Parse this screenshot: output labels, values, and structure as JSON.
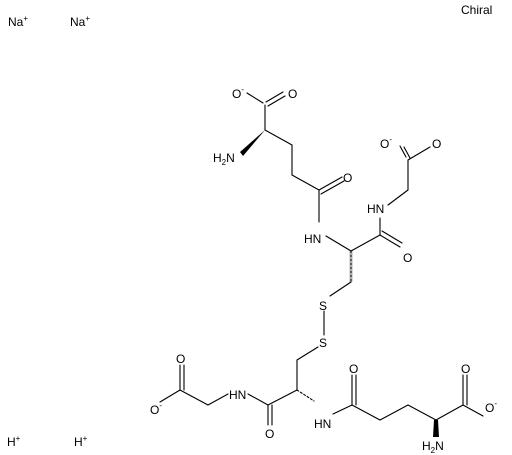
{
  "flag": "Chiral",
  "counterions": [
    {
      "symbol": "Na",
      "charge": "+"
    },
    {
      "symbol": "Na",
      "charge": "+"
    },
    {
      "symbol": "H",
      "charge": "+"
    },
    {
      "symbol": "H",
      "charge": "+"
    }
  ],
  "atoms": {
    "O_top_carboxylate_neg": {
      "text": "O",
      "charge": "-"
    },
    "O_top_carboxylate": {
      "text": "O"
    },
    "N_top_amino": {
      "text": "H2N"
    },
    "O_top_amide": {
      "text": "O"
    },
    "N_top_amide": {
      "text": "HN"
    },
    "N_gly_top": {
      "text": "HN"
    },
    "O_gly_top_neg": {
      "text": "O",
      "charge": "-"
    },
    "O_gly_top": {
      "text": "O"
    },
    "O_cys_top": {
      "text": "O"
    },
    "S1": {
      "text": "S"
    },
    "S2": {
      "text": "S"
    },
    "O_gly_bot": {
      "text": "O"
    },
    "O_gly_bot_neg": {
      "text": "O",
      "charge": "-"
    },
    "N_gly_bot": {
      "text": "HN"
    },
    "O_cys_bot": {
      "text": "O"
    },
    "N_bot_amide": {
      "text": "HN"
    },
    "O_bot_amide": {
      "text": "O"
    },
    "O_bot_carboxylate": {
      "text": "O"
    },
    "O_bot_carboxylate_neg": {
      "text": "O",
      "charge": "-"
    },
    "N_bot_amino": {
      "text": "H2N"
    }
  }
}
